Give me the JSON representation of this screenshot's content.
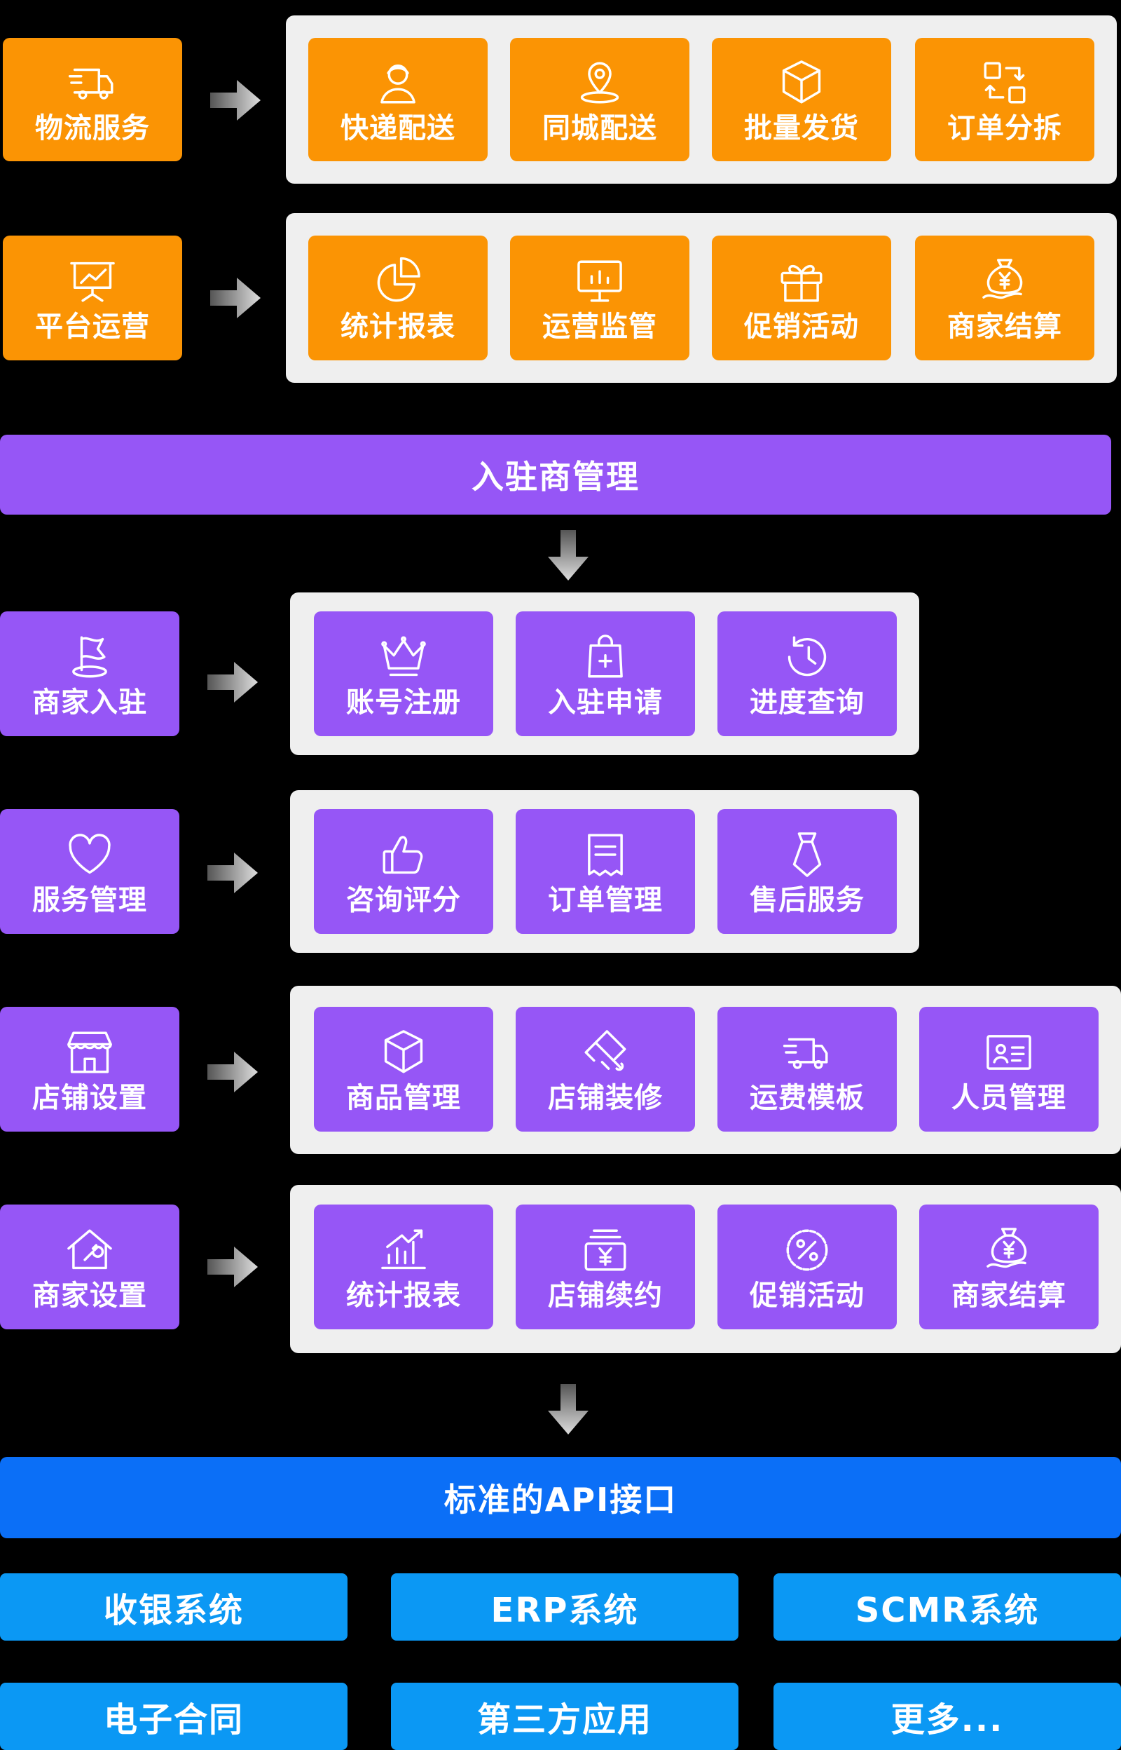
{
  "colors": {
    "orange": "#fb9404",
    "purple": "#9656f6",
    "blue_bar": "#0b6ff7",
    "system": "#0b98f4",
    "panel": "#efefef"
  },
  "rows": [
    {
      "side": {
        "label": "物流服务",
        "icon": "truck-icon"
      },
      "items": [
        {
          "label": "快递配送",
          "icon": "courier-icon"
        },
        {
          "label": "同城配送",
          "icon": "location-pin-icon"
        },
        {
          "label": "批量发货",
          "icon": "box-icon"
        },
        {
          "label": "订单分拆",
          "icon": "split-icon"
        }
      ]
    },
    {
      "side": {
        "label": "平台运营",
        "icon": "presentation-icon"
      },
      "items": [
        {
          "label": "统计报表",
          "icon": "pie-chart-icon"
        },
        {
          "label": "运营监管",
          "icon": "monitor-icon"
        },
        {
          "label": "促销活动",
          "icon": "gift-icon"
        },
        {
          "label": "商家结算",
          "icon": "money-bag-icon"
        }
      ]
    },
    {
      "side": {
        "label": "商家入驻",
        "icon": "flag-icon"
      },
      "items": [
        {
          "label": "账号注册",
          "icon": "crown-icon"
        },
        {
          "label": "入驻申请",
          "icon": "shopping-bag-icon"
        },
        {
          "label": "进度查询",
          "icon": "history-icon"
        }
      ]
    },
    {
      "side": {
        "label": "服务管理",
        "icon": "heart-icon"
      },
      "items": [
        {
          "label": "咨询评分",
          "icon": "thumbs-up-icon"
        },
        {
          "label": "订单管理",
          "icon": "receipt-icon"
        },
        {
          "label": "售后服务",
          "icon": "tie-icon"
        }
      ]
    },
    {
      "side": {
        "label": "店铺设置",
        "icon": "store-icon"
      },
      "items": [
        {
          "label": "商品管理",
          "icon": "box-icon"
        },
        {
          "label": "店铺装修",
          "icon": "paint-icon"
        },
        {
          "label": "运费模板",
          "icon": "truck-icon"
        },
        {
          "label": "人员管理",
          "icon": "id-card-icon"
        }
      ]
    },
    {
      "side": {
        "label": "商家设置",
        "icon": "home-wrench-icon"
      },
      "items": [
        {
          "label": "统计报表",
          "icon": "bar-chart-icon"
        },
        {
          "label": "店铺续约",
          "icon": "yen-box-icon"
        },
        {
          "label": "促销活动",
          "icon": "percent-icon"
        },
        {
          "label": "商家结算",
          "icon": "money-bag-icon"
        }
      ]
    }
  ],
  "bars": {
    "merchant_mgmt": "入驻商管理",
    "api": "标准的API接口"
  },
  "systems": [
    "收银系统",
    "ERP系统",
    "SCMR系统",
    "电子合同",
    "第三方应用",
    "更多..."
  ]
}
